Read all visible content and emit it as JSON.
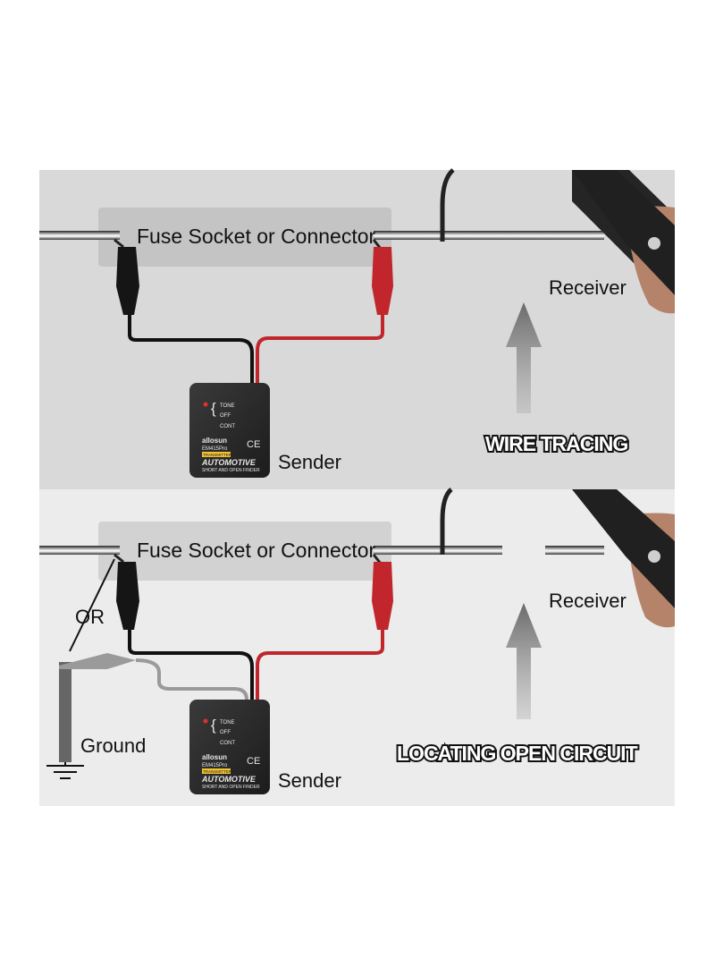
{
  "top_panel": {
    "connector_label": "Fuse Socket or Connector",
    "receiver_label": "Receiver",
    "sender_label": "Sender",
    "caption": "WIRE TRACING"
  },
  "bottom_panel": {
    "connector_label": "Fuse Socket or Connector",
    "receiver_label": "Receiver",
    "sender_label": "Sender",
    "or_label": "OR",
    "ground_label": "Ground",
    "caption": "LOCATING OPEN CIRCUIT"
  },
  "sender_device": {
    "brand": "allosun",
    "model": "EM415Pro",
    "badge": "TRANSMITTER",
    "title": "AUTOMOTIVE",
    "subtitle": "SHORT AND OPEN FINDER",
    "switch_tone": "TONE",
    "switch_off": "OFF",
    "switch_cont": "CONT",
    "ce_mark": "CE"
  },
  "colors": {
    "panel_top_bg": "#d9d9d9",
    "panel_bottom_bg": "#ececec",
    "wire_red": "#c0262b",
    "wire_black": "#111111",
    "arrow_gray": "#7a7a7a",
    "device_body": "#2b2b2b"
  }
}
